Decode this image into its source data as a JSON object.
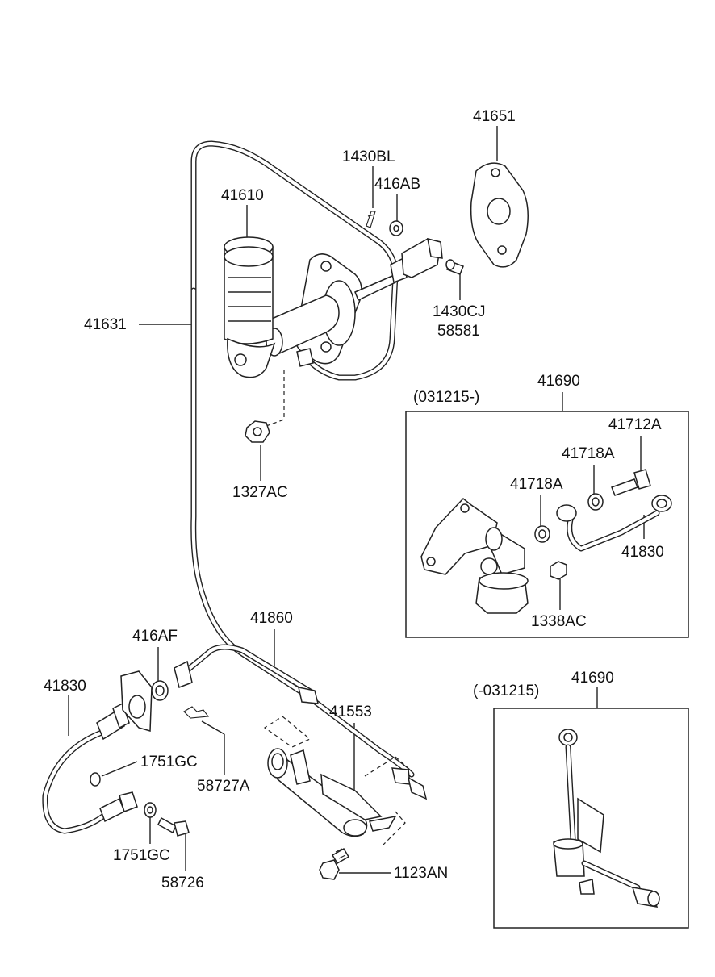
{
  "labels": {
    "p41651": "41651",
    "p1430BL": "1430BL",
    "p416AB": "416AB",
    "p41610": "41610",
    "p41631": "41631",
    "p1430CJ": "1430CJ",
    "p58581": "58581",
    "p1327AC": "1327AC",
    "p41690_top": "41690",
    "date_after": "(031215-)",
    "p41712A": "41712A",
    "p41718A_a": "41718A",
    "p41718A_b": "41718A",
    "p41830_inset": "41830",
    "p1338AC": "1338AC",
    "p41860": "41860",
    "p416AF": "416AF",
    "p41830": "41830",
    "p41553": "41553",
    "p1751GC_a": "1751GC",
    "p58727A": "58727A",
    "p1751GC_b": "1751GC",
    "p58726": "58726",
    "p1123AN": "1123AN",
    "p41690_bottom": "41690",
    "date_before": "(-031215)"
  }
}
